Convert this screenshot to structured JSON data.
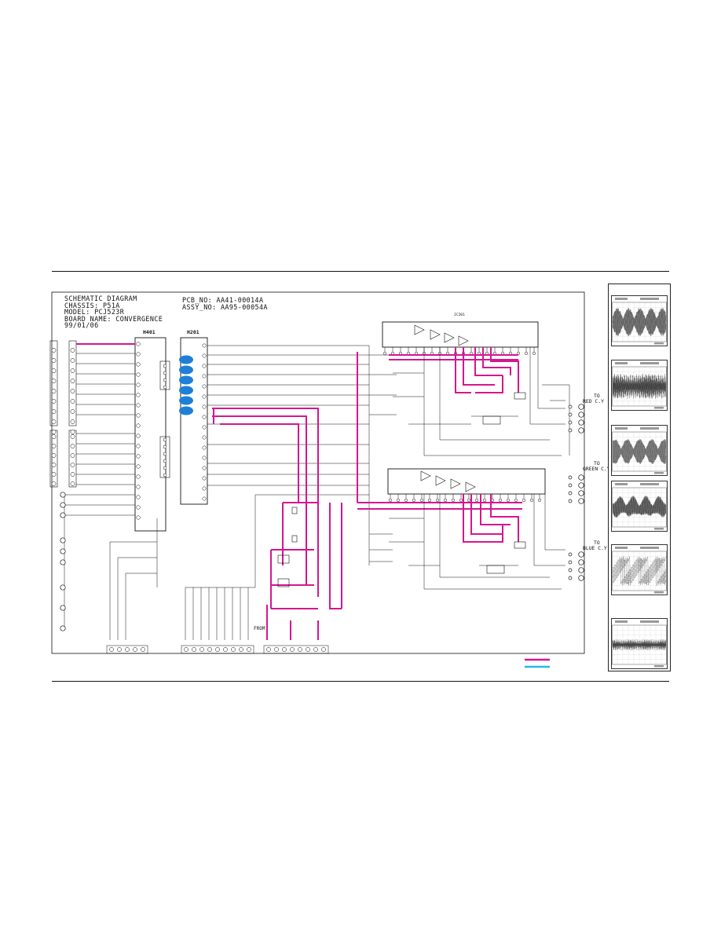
{
  "title_block": {
    "line1": "SCHEMATIC DIAGRAM",
    "line2": "CHASSIS: P51A",
    "line3": "MODEL: PCJ523R",
    "line4": "BOARD NAME: CONVERGENCE",
    "line5": "99/01/06"
  },
  "pcb_block": {
    "pcb_no": "PCB_NO: AA41-00014A",
    "assy_no": "ASSY_NO: AA95-00054A"
  },
  "connectors": {
    "left": "H401",
    "mid": "H201"
  },
  "outputs": {
    "red": {
      "to": "TO",
      "name": "RED C.Y"
    },
    "green": {
      "to": "TO",
      "name": "GREEN C.Y"
    },
    "blue": {
      "to": "TO",
      "name": "BLUE C.Y"
    }
  },
  "from_label": "FROM",
  "ic_label": "IC201",
  "legend": {
    "color1": "#d6168f",
    "color2": "#2bb5e8"
  },
  "colors": {
    "highlight_magenta": "#d6168f",
    "highlight_cyan": "#2bb5e8",
    "highlight_blue": "#1e7fd8",
    "line": "#111111"
  }
}
